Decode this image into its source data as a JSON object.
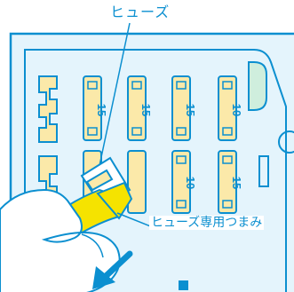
{
  "labels": {
    "fuse": "ヒューズ",
    "fuse_puller": "ヒューズ専用つまみ"
  },
  "fuses": [
    {
      "column": 1,
      "position": "top",
      "rating": "15"
    },
    {
      "column": 2,
      "position": "top",
      "rating": "15"
    },
    {
      "column": 3,
      "position": "top",
      "rating": "15"
    },
    {
      "column": 3,
      "position": "bottom",
      "rating": "10"
    },
    {
      "column": 4,
      "position": "top",
      "rating": "10"
    },
    {
      "column": 4,
      "position": "bottom",
      "rating": "15"
    }
  ],
  "colors": {
    "outline": "#0b8fd0",
    "panel": "#e4f4fc",
    "fuse_body": "#fbe9a9",
    "fuse_puller": "#f5e300",
    "hand": "#ffffff"
  },
  "icons": [
    "down-left-arrow-icon",
    "hand-icon"
  ]
}
